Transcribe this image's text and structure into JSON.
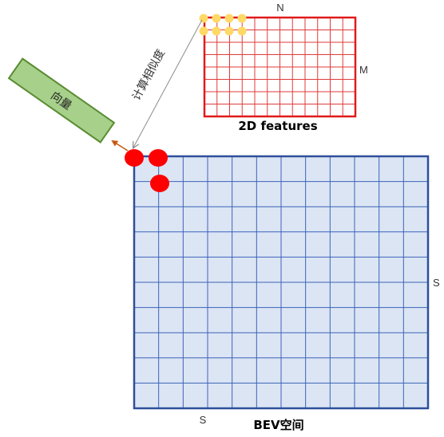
{
  "feature_grid": {
    "title": "2D features",
    "width_label": "N",
    "height_label": "M",
    "border_color": "#e01b1b",
    "line_color": "#e03a3a",
    "fill_color": "#ffffff"
  },
  "bev_grid": {
    "title": "BEV空间",
    "width_label": "S",
    "height_label": "S",
    "border_color": "#2e4f9a",
    "line_color": "#3d63b8",
    "fill_color": "#dbe5f4"
  },
  "vector_box": {
    "label": "向量",
    "fill_color": "#a7d08a",
    "border_color": "#5a8c32"
  },
  "similarity_label": "计算相似度",
  "colors": {
    "query_dot": "#ff0000",
    "feature_dot": "#ffd966",
    "arrow": "#c55a11",
    "similarity_line": "#8c8c8c"
  }
}
